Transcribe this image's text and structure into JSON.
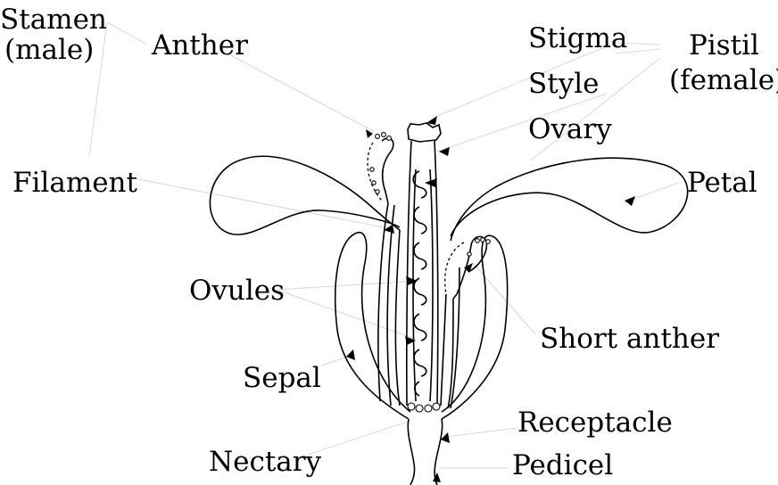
{
  "labels": {
    "stamen": [
      "Stamen",
      "(male)"
    ],
    "anther": "Anther",
    "filament": "Filament",
    "stigma": "Stigma",
    "style": "Style",
    "ovary": "Ovary",
    "pistil": [
      "Pistil",
      "(female)"
    ],
    "petal": "Petal",
    "ovules": "Ovules",
    "short_anther": "Short anther",
    "sepal": "Sepal",
    "receptacle": "Receptacle",
    "nectary": "Nectary",
    "pedicel": "Pedicel"
  },
  "colors": {
    "line": "#000000",
    "leader": "#d8d8d8",
    "background": "#ffffff"
  }
}
